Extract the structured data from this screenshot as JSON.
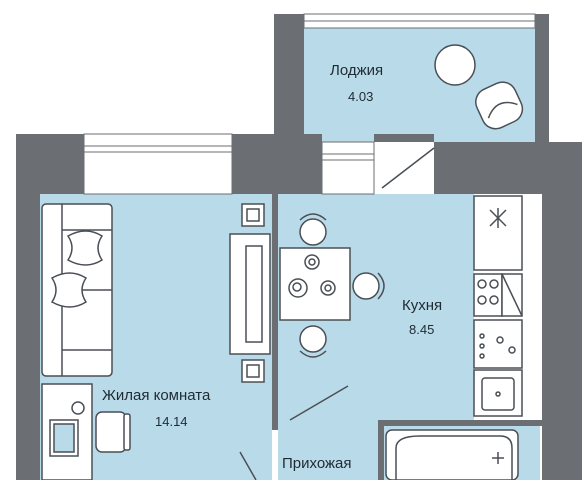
{
  "colors": {
    "wall": "#6b6e72",
    "floor": "#b9dbe9",
    "furniture_fill": "#ffffff",
    "furniture_stroke": "#4a4f55",
    "window_fill": "#ffffff",
    "text": "#1f2a33"
  },
  "rooms": [
    {
      "id": "loggia",
      "name": "Лоджия",
      "area": "4.03"
    },
    {
      "id": "kitchen",
      "name": "Кухня",
      "area": "8.45"
    },
    {
      "id": "living",
      "name": "Жилая комната",
      "area": "14.14"
    },
    {
      "id": "hallway",
      "name": "Прихожая",
      "area": ""
    }
  ],
  "icons": [
    "sofa-icon",
    "pillow-icon",
    "tv-stand-icon",
    "dining-table-icon",
    "chair-icon",
    "stove-icon",
    "sink-icon",
    "fridge-icon",
    "bathtub-icon",
    "desk-icon",
    "laptop-icon",
    "lounge-chair-icon",
    "round-table-icon"
  ]
}
